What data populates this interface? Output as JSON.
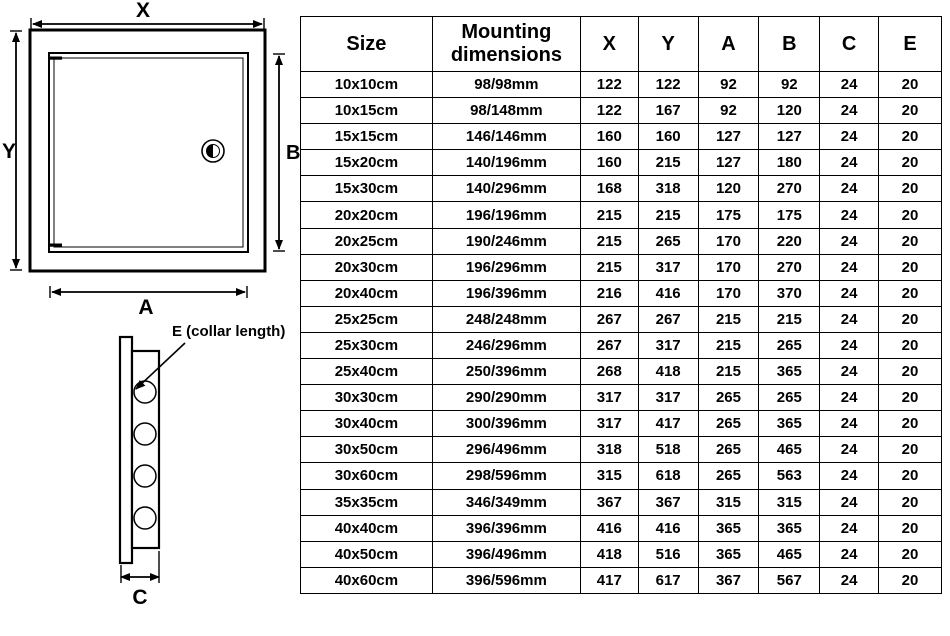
{
  "diagram": {
    "front_view": {
      "label_x": "X",
      "label_y": "Y",
      "label_a": "A",
      "label_b": "B"
    },
    "side_view": {
      "label_e": "E (collar length)",
      "label_c": "C"
    }
  },
  "table": {
    "headers": [
      "Size",
      "Mounting dimensions",
      "X",
      "Y",
      "A",
      "B",
      "C",
      "E"
    ],
    "rows": [
      [
        "10x10cm",
        "98/98mm",
        "122",
        "122",
        "92",
        "92",
        "24",
        "20"
      ],
      [
        "10x15cm",
        "98/148mm",
        "122",
        "167",
        "92",
        "120",
        "24",
        "20"
      ],
      [
        "15x15cm",
        "146/146mm",
        "160",
        "160",
        "127",
        "127",
        "24",
        "20"
      ],
      [
        "15x20cm",
        "140/196mm",
        "160",
        "215",
        "127",
        "180",
        "24",
        "20"
      ],
      [
        "15x30cm",
        "140/296mm",
        "168",
        "318",
        "120",
        "270",
        "24",
        "20"
      ],
      [
        "20x20cm",
        "196/196mm",
        "215",
        "215",
        "175",
        "175",
        "24",
        "20"
      ],
      [
        "20x25cm",
        "190/246mm",
        "215",
        "265",
        "170",
        "220",
        "24",
        "20"
      ],
      [
        "20x30cm",
        "196/296mm",
        "215",
        "317",
        "170",
        "270",
        "24",
        "20"
      ],
      [
        "20x40cm",
        "196/396mm",
        "216",
        "416",
        "170",
        "370",
        "24",
        "20"
      ],
      [
        "25x25cm",
        "248/248mm",
        "267",
        "267",
        "215",
        "215",
        "24",
        "20"
      ],
      [
        "25x30cm",
        "246/296mm",
        "267",
        "317",
        "215",
        "265",
        "24",
        "20"
      ],
      [
        "25x40cm",
        "250/396mm",
        "268",
        "418",
        "215",
        "365",
        "24",
        "20"
      ],
      [
        "30x30cm",
        "290/290mm",
        "317",
        "317",
        "265",
        "265",
        "24",
        "20"
      ],
      [
        "30x40cm",
        "300/396mm",
        "317",
        "417",
        "265",
        "365",
        "24",
        "20"
      ],
      [
        "30x50cm",
        "296/496mm",
        "318",
        "518",
        "265",
        "465",
        "24",
        "20"
      ],
      [
        "30x60cm",
        "298/596mm",
        "315",
        "618",
        "265",
        "563",
        "24",
        "20"
      ],
      [
        "35x35cm",
        "346/349mm",
        "367",
        "367",
        "315",
        "315",
        "24",
        "20"
      ],
      [
        "40x40cm",
        "396/396mm",
        "416",
        "416",
        "365",
        "365",
        "24",
        "20"
      ],
      [
        "40x50cm",
        "396/496mm",
        "418",
        "516",
        "365",
        "465",
        "24",
        "20"
      ],
      [
        "40x60cm",
        "396/596mm",
        "417",
        "617",
        "367",
        "567",
        "24",
        "20"
      ]
    ]
  }
}
